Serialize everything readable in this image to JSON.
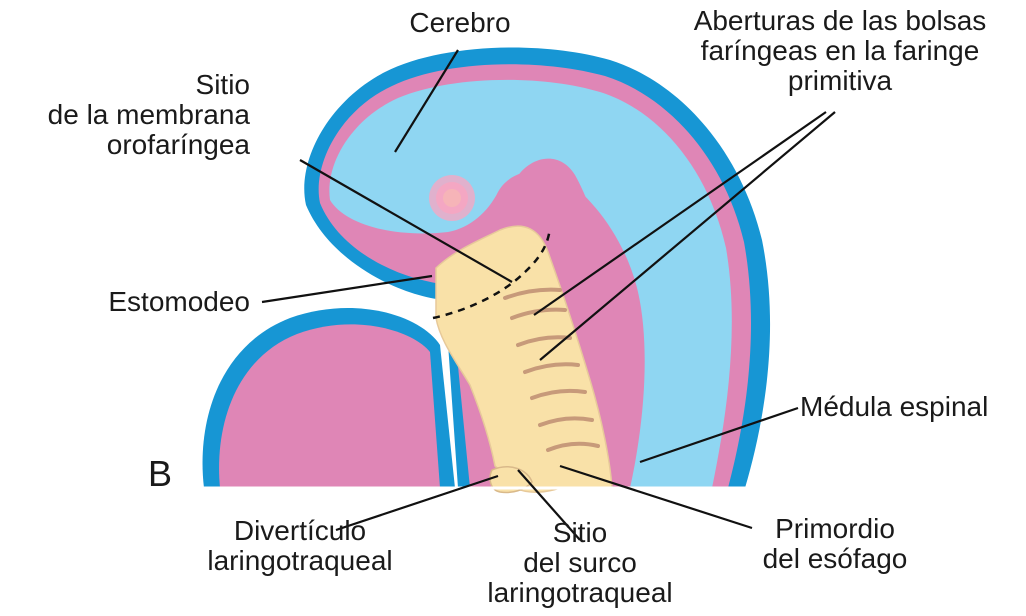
{
  "figure": {
    "panel_letter": "B",
    "colors": {
      "ectoderm": "#1796d4",
      "mesoderm": "#df86b6",
      "neural_tube": "#8fd6f2",
      "endoderm": "#f9e1a8",
      "heart_marker": "#f4a7c3",
      "leader_line": "#111111"
    }
  },
  "labels": {
    "cerebro": "Cerebro",
    "aberturas": [
      "Aberturas de las bolsas",
      "faríngeas en la faringe",
      "primitiva"
    ],
    "sitio_membrana": [
      "Sitio",
      "de la membrana",
      "orofaríngea"
    ],
    "estomodeo": "Estomodeo",
    "medula": "Médula espinal",
    "diverticulo": [
      "Divertículo",
      "laringotraqueal"
    ],
    "sitio_surco": [
      "Sitio",
      "del surco",
      "laringotraqueal"
    ],
    "primordio": [
      "Primordio",
      "del esófago"
    ]
  }
}
